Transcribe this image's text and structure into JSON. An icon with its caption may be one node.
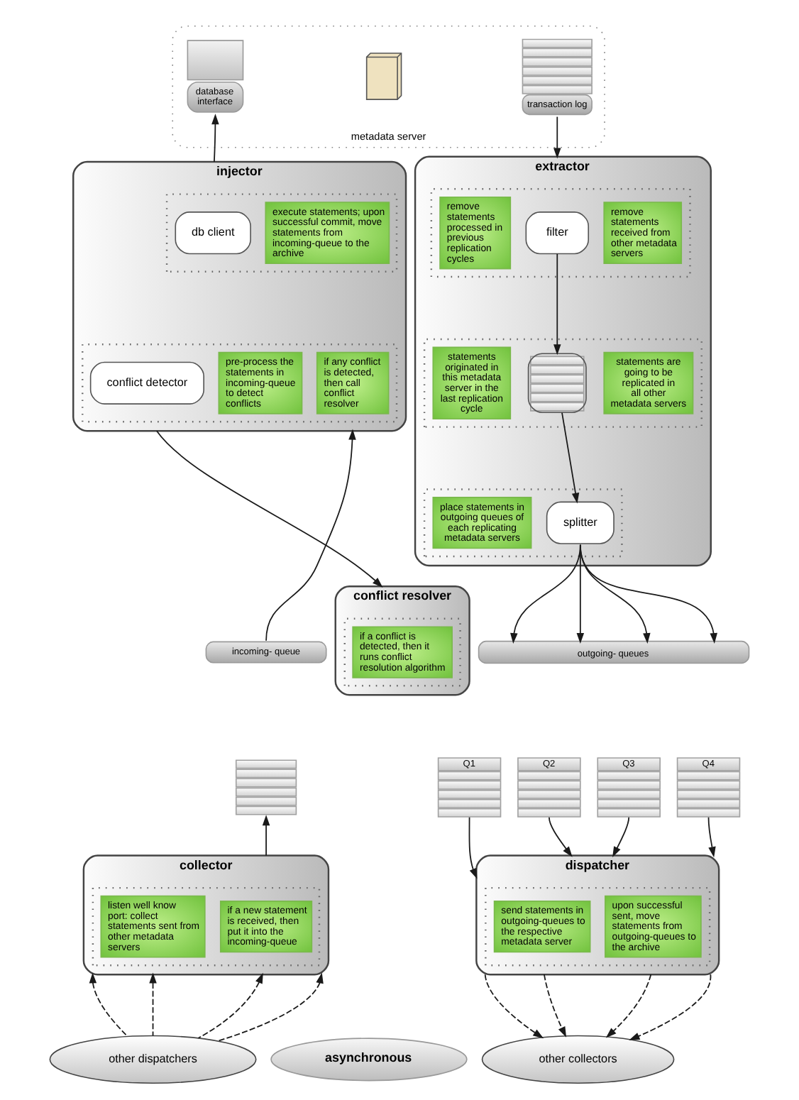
{
  "diagram": {
    "nodes": [
      {
        "text": [
          "metadata server"
        ]
      },
      {
        "text": [
          "database interface"
        ],
        "in": 0
      },
      {
        "text": [],
        "shape": "picture",
        "in": 0
      },
      {
        "text": [
          "transaction log"
        ],
        "in": 0
      },
      {
        "text": [
          "injector"
        ]
      },
      {
        "text": [],
        "shape": "box",
        "in": 4
      },
      {
        "text": [
          "db client"
        ],
        "in": 5
      },
      {
        "text": [
          "execute statements; upon successful commit, move statements from incoming-queue to the archive"
        ],
        "in": 5
      },
      {
        "text": [],
        "shape": "box",
        "in": 4
      },
      {
        "text": [
          "conflict detector"
        ],
        "in": 8
      },
      {
        "text": [
          "pre-process the statements in incoming-queue to detect conflicts"
        ],
        "in": 8
      },
      {
        "text": [
          "if any conflict is detected, then call conflict resolver"
        ],
        "in": 8
      },
      {
        "text": [
          "extractor"
        ]
      },
      {
        "text": [],
        "shape": "box",
        "in": 12
      },
      {
        "text": [
          "remove statements processed in previous replication cycles"
        ],
        "in": 13
      },
      {
        "text": [
          "filter"
        ],
        "in": 13
      },
      {
        "text": [
          "remove statements received from other metadata servers"
        ],
        "in": 13
      },
      {
        "text": [],
        "shape": "box",
        "in": 12
      },
      {
        "text": [
          "statements originated in this metadata server in the last replication cycle"
        ],
        "in": 17
      },
      {
        "text": [],
        "shape": "box",
        "in": 17
      },
      {
        "text": [
          "statements are going to be replicated in all other metadata servers"
        ],
        "in": 17
      },
      {
        "text": [],
        "shape": "box",
        "in": 12
      },
      {
        "text": [
          "place statements in outgoing queues of each replicating metadata servers"
        ],
        "in": 21
      },
      {
        "text": [
          "splitter"
        ],
        "in": 21
      },
      {
        "text": [
          "conflict resolver"
        ]
      },
      {
        "text": [],
        "shape": "box",
        "in": 24
      },
      {
        "text": [
          "if a conflict is detected, then it runs conflict resolution algorithm"
        ],
        "in": 25
      },
      {
        "text": [
          "incoming- queue"
        ]
      },
      {
        "text": [],
        "shape": "box"
      },
      {
        "text": [
          "outgoing- queues"
        ]
      },
      {
        "text": [
          "Q1"
        ]
      },
      {
        "text": [
          "Q2"
        ]
      },
      {
        "text": [
          "Q3"
        ]
      },
      {
        "text": [
          "Q4"
        ]
      },
      {
        "text": [
          "collector"
        ]
      },
      {
        "text": [],
        "shape": "box",
        "in": 34
      },
      {
        "text": [
          "listen well know port: collect statements sent from other metadata servers"
        ],
        "in": 35
      },
      {
        "text": [
          "if a new statement is received, then put it into the incoming-queue"
        ],
        "in": 35
      },
      {
        "text": [
          "dispatcher"
        ]
      },
      {
        "text": [],
        "shape": "box",
        "in": 38
      },
      {
        "text": [
          "send statements in outgoing-queues to the respective metadata server"
        ],
        "in": 39
      },
      {
        "text": [
          "upon successful sent, move statements from outgoing-queues to the archive"
        ],
        "in": 39
      },
      {
        "text": [
          "asynchronous"
        ]
      },
      {
        "text": [
          "other dispatchers"
        ]
      },
      {
        "text": [
          "other collectors"
        ]
      }
    ],
    "edges": [
      {
        "from": 4,
        "to": 1,
        "arrow": "to"
      },
      {
        "from": 3,
        "to": 12,
        "arrow": "to"
      },
      {
        "from": 15,
        "to": 19,
        "arrow": "to"
      },
      {
        "from": 19,
        "to": 23,
        "arrow": "to"
      },
      {
        "from": 23,
        "to": 29,
        "arrow": "to"
      },
      {
        "from": 23,
        "to": 29,
        "arrow": "to"
      },
      {
        "from": 23,
        "to": 29,
        "arrow": "to"
      },
      {
        "from": 23,
        "to": 29,
        "arrow": "to"
      },
      {
        "from": 4,
        "to": 24,
        "arrow": "to"
      },
      {
        "from": 27,
        "to": 4,
        "arrow": "to"
      },
      {
        "from": 34,
        "to": 28,
        "arrow": "to"
      },
      {
        "from": 30,
        "to": 38,
        "arrow": "to"
      },
      {
        "from": 31,
        "to": 38,
        "arrow": "to"
      },
      {
        "from": 32,
        "to": 38,
        "arrow": "to"
      },
      {
        "from": 33,
        "to": 38,
        "arrow": "to"
      },
      {
        "from": 43,
        "to": 34,
        "arrow": "to",
        "style": "dashed"
      },
      {
        "from": 43,
        "to": 34,
        "arrow": "to",
        "style": "dashed"
      },
      {
        "from": 43,
        "to": 34,
        "arrow": "to",
        "style": "dashed"
      },
      {
        "from": 43,
        "to": 34,
        "arrow": "to",
        "style": "dashed"
      },
      {
        "from": 38,
        "to": 44,
        "arrow": "to",
        "style": "dashed"
      },
      {
        "from": 38,
        "to": 44,
        "arrow": "to",
        "style": "dashed"
      },
      {
        "from": 38,
        "to": 44,
        "arrow": "to",
        "style": "dashed"
      },
      {
        "from": 38,
        "to": 44,
        "arrow": "to",
        "style": "dashed"
      }
    ]
  }
}
